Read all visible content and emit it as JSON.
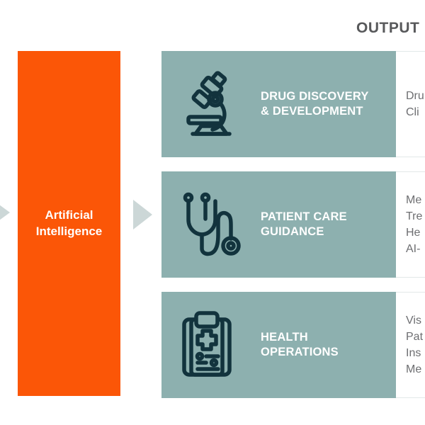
{
  "header": {
    "output_label": "OUTPUT"
  },
  "input_block": {
    "label": "Artificial\nIntelligence",
    "color": "#fb5607",
    "text_color": "#ffffff"
  },
  "arrows": {
    "input_arrow_name": "arrow-right-icon",
    "flow_arrow_name": "arrow-right-icon",
    "color": "#ccd7d7"
  },
  "colors": {
    "card_background": "#8db0af",
    "icon_stroke": "#12333d",
    "panel_text": "#6d6e71",
    "header_text": "#58595b"
  },
  "rows": [
    {
      "icon": "microscope-icon",
      "title": "Drug Discovery\n& Development",
      "details": "Dru\nCli"
    },
    {
      "icon": "stethoscope-icon",
      "title": "Patient Care\nGuidance",
      "details": "Me\nTre\nHe\nAI-"
    },
    {
      "icon": "clipboard-medical-icon",
      "title": "Health\nOperations",
      "details": "Vis\nPat\nIns\nMe"
    }
  ]
}
